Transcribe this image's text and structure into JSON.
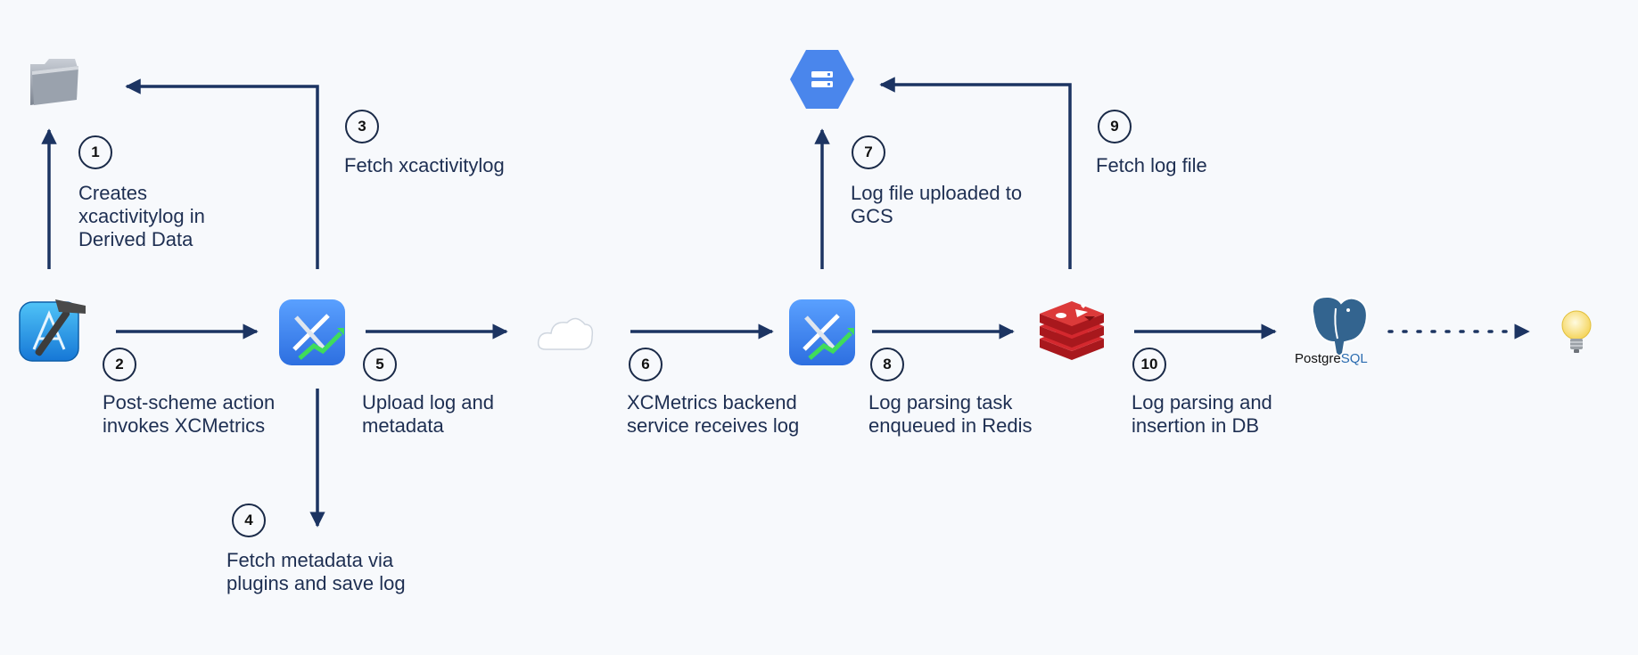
{
  "diagram": {
    "nodes": [
      {
        "id": "xcode",
        "icon": "xcode-icon"
      },
      {
        "id": "folder",
        "icon": "folder-icon"
      },
      {
        "id": "xcmetrics_client",
        "icon": "xcmetrics-icon"
      },
      {
        "id": "cloud",
        "icon": "cloud-icon"
      },
      {
        "id": "xcmetrics_backend",
        "icon": "xcmetrics-icon"
      },
      {
        "id": "gcs",
        "icon": "google-cloud-storage-icon"
      },
      {
        "id": "redis",
        "icon": "redis-icon"
      },
      {
        "id": "postgres",
        "icon": "postgresql-icon",
        "label_part1": "Postgre",
        "label_part2": "SQL"
      },
      {
        "id": "insights",
        "icon": "lightbulb-icon"
      }
    ],
    "steps": [
      {
        "num": "1",
        "text": "Creates\nxcactivitylog in\nDerived Data"
      },
      {
        "num": "2",
        "text": "Post-scheme action\ninvokes XCMetrics"
      },
      {
        "num": "3",
        "text": "Fetch xcactivitylog"
      },
      {
        "num": "4",
        "text": "Fetch metadata via\nplugins and save log"
      },
      {
        "num": "5",
        "text": "Upload log and\nmetadata"
      },
      {
        "num": "6",
        "text": "XCMetrics backend\nservice receives log"
      },
      {
        "num": "7",
        "text": "Log file uploaded to\nGCS"
      },
      {
        "num": "8",
        "text": "Log parsing task\nenqueued in Redis"
      },
      {
        "num": "9",
        "text": "Fetch log file"
      },
      {
        "num": "10",
        "text": "Log parsing and\ninsertion in DB"
      }
    ],
    "colors": {
      "background": "#f7f9fc",
      "arrow": "#1c3462",
      "text": "#1e2f52",
      "xcmetrics": "#3b7ff0",
      "gcs": "#4a86ec",
      "redis": "#d4282e",
      "postgres": "#33648f"
    }
  }
}
